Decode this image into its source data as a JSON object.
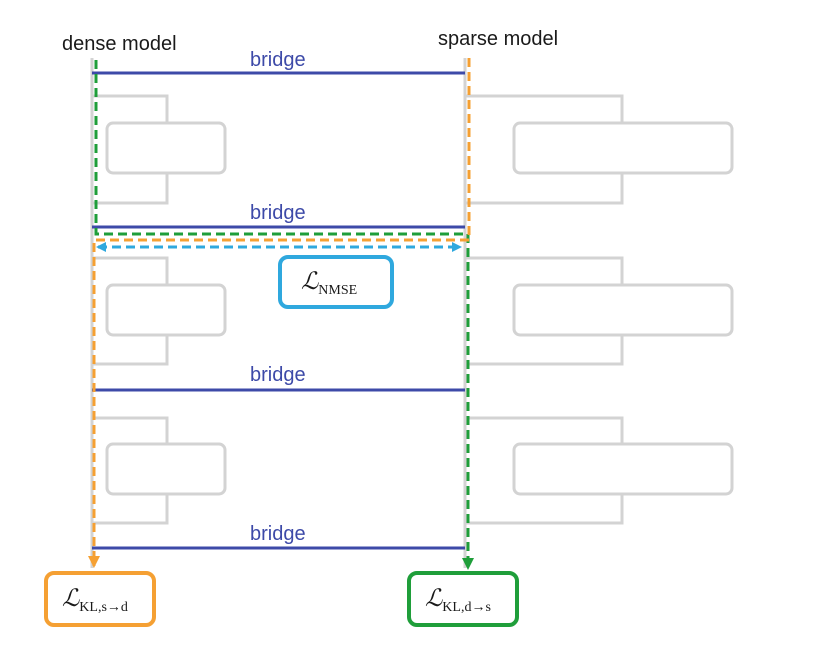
{
  "labels": {
    "dense_model": "dense model",
    "sparse_model": "sparse model"
  },
  "bridges": [
    "bridge",
    "bridge",
    "bridge",
    "bridge"
  ],
  "losses": {
    "nmse": {
      "symbol": "ℒ",
      "subscript": "NMSE"
    },
    "kl_s_to_d": {
      "symbol": "ℒ",
      "subscript": "KL,s→d"
    },
    "kl_d_to_s": {
      "symbol": "ℒ",
      "subscript": "KL,d→s"
    }
  },
  "colors": {
    "bridge_line": "#3d4aa8",
    "block_gray": "#d3d3d3",
    "orange": "#f5a033",
    "green": "#1f9e3a",
    "cyan": "#2fa8de",
    "text": "#1a1a1a"
  }
}
